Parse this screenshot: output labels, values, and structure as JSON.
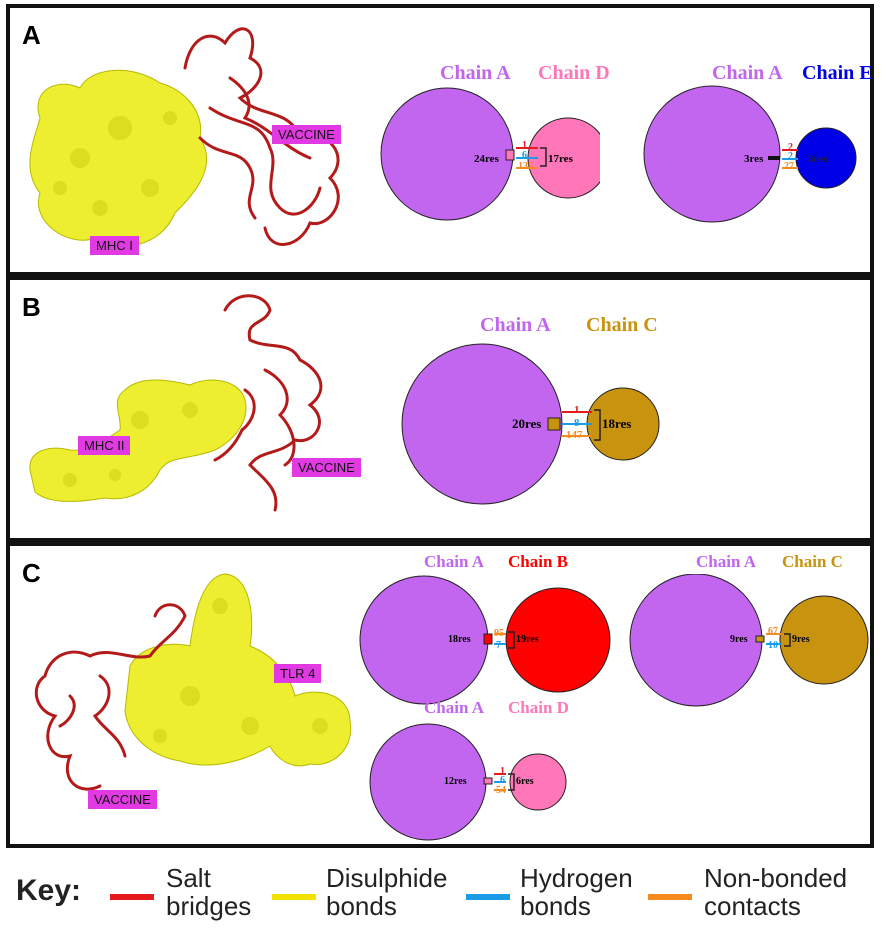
{
  "panels": [
    {
      "letter": "A",
      "receptor_tag": "MHC I",
      "vaccine_tag": "VACCINE",
      "interfaces": [
        {
          "left_chain": "Chain A",
          "right_chain": "Chain D",
          "left_res": "24res",
          "right_res": "17res",
          "salt": "1",
          "hbond": "6",
          "nonbonded": "135"
        },
        {
          "left_chain": "Chain A",
          "right_chain": "Chain E",
          "left_res": "3res",
          "right_res": "3res",
          "salt": "2",
          "hbond": "2",
          "nonbonded": "27"
        }
      ]
    },
    {
      "letter": "B",
      "receptor_tag": "MHC II",
      "vaccine_tag": "VACCINE",
      "interfaces": [
        {
          "left_chain": "Chain A",
          "right_chain": "Chain C",
          "left_res": "20res",
          "right_res": "18res",
          "salt": "1",
          "hbond": "8",
          "nonbonded": "147"
        }
      ]
    },
    {
      "letter": "C",
      "receptor_tag": "TLR 4",
      "vaccine_tag": "VACCINE",
      "interfaces": [
        {
          "left_chain": "Chain A",
          "right_chain": "Chain B",
          "left_res": "18res",
          "right_res": "19res",
          "nonbonded": "95",
          "hbond": "7"
        },
        {
          "left_chain": "Chain A",
          "right_chain": "Chain C",
          "left_res": "9res",
          "right_res": "9res",
          "nonbonded": "67",
          "hbond": "10"
        },
        {
          "left_chain": "Chain A",
          "right_chain": "Chain D",
          "left_res": "12res",
          "right_res": "6res",
          "salt": "1",
          "hbond": "6",
          "nonbonded": "54"
        }
      ]
    }
  ],
  "key": {
    "title": "Key:",
    "items": [
      {
        "label": "Salt\nbridges",
        "color": "#e41a1c"
      },
      {
        "label": "Disulphide\nbonds",
        "color": "#f2e200"
      },
      {
        "label": "Hydrogen\nbonds",
        "color": "#1a9be8"
      },
      {
        "label": "Non-bonded\ncontacts",
        "color": "#f58a1f"
      }
    ]
  },
  "colors": {
    "chain_a": "#c266f0",
    "chain_d": "#ff77b8",
    "chain_e": "#0000e6",
    "chain_c": "#c8930e",
    "chain_b": "#ff0000",
    "surface": "#eeee30",
    "ribbon": "#b31b1b",
    "tag": "#e23ae3"
  }
}
